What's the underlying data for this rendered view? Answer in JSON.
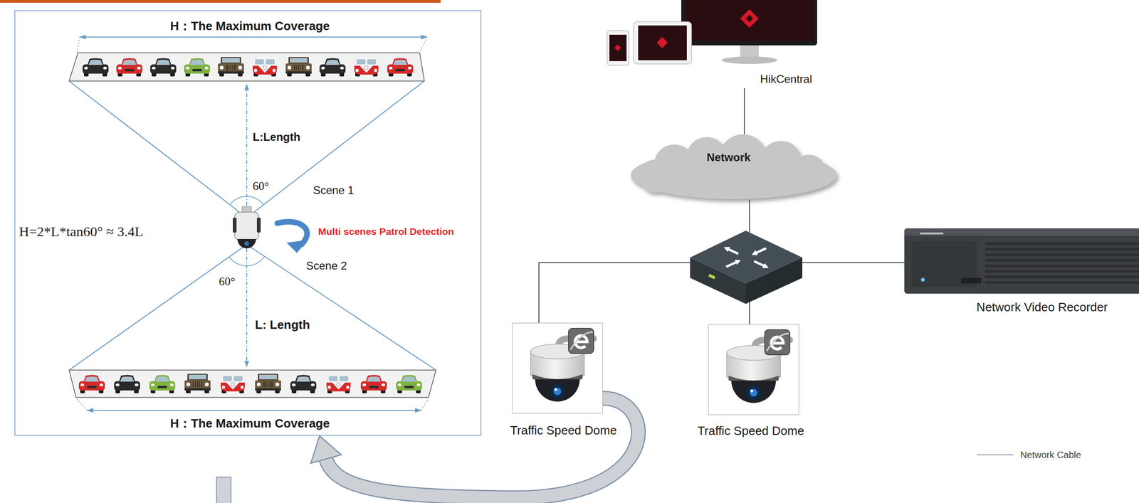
{
  "diagram": {
    "nodes": [
      {
        "text": [
          "H：The Maximum Coverage",
          "L:Length",
          "60°",
          "Scene 1",
          "H=2*L*tan60° ≈ 3.4L",
          "Multi scenes Patrol Detection",
          "Scene 2",
          "60°",
          "L: Length",
          "H：The Maximum Coverage"
        ]
      },
      {
        "text": [
          "HikCentral"
        ]
      },
      {
        "text": [
          "Network"
        ]
      },
      {
        "text": [
          "Traffic Speed Dome"
        ]
      },
      {
        "text": [
          "Traffic Speed Dome"
        ]
      },
      {
        "text": [
          "Network Video Recorder"
        ]
      }
    ],
    "edges": [
      {
        "from": 1,
        "to": 2,
        "arrow": "none"
      },
      {
        "from": 2,
        "to": 3,
        "arrow": "none"
      },
      {
        "from": 2,
        "to": 4,
        "arrow": "none"
      },
      {
        "from": 2,
        "to": 5,
        "arrow": "none"
      },
      {
        "from": 3,
        "to": 0,
        "arrow": "to"
      }
    ],
    "legend": [
      {
        "text": "Network Cable"
      }
    ]
  }
}
